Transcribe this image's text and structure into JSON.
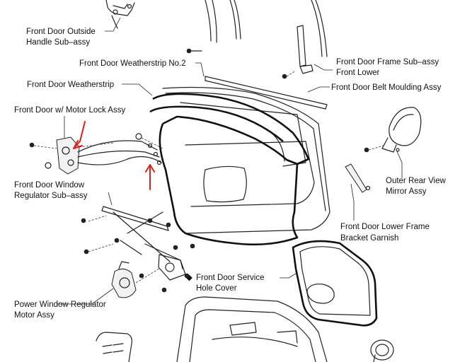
{
  "labels": {
    "outside_handle_line1": "Front Door Outside",
    "outside_handle_line2": "Handle Sub–assy",
    "weatherstrip_no2": "Front Door Weatherstrip No.2",
    "weatherstrip": "Front Door Weatherstrip",
    "motor_lock": "Front Door w/ Motor Lock Assy",
    "regulator_line1": "Front Door Window",
    "regulator_line2": "Regulator Sub–assy",
    "regulator_motor_line1": "Power Window Regulator",
    "regulator_motor_line2": "Motor Assy",
    "frame_front_lower_line1": "Front Door Frame Sub–assy",
    "frame_front_lower_line2": "Front Lower",
    "belt_moulding": "Front Door Belt Moulding Assy",
    "mirror_line1": "Outer Rear View",
    "mirror_line2": "Mirror Assy",
    "lower_frame_garnish_line1": "Front Door Lower Frame",
    "lower_frame_garnish_line2": "Bracket Garnish",
    "service_hole_marker": "◆",
    "service_hole_line1": "Front Door Service",
    "service_hole_line2": "Hole Cover"
  },
  "annotations": {
    "arrow_color": "#e0201c"
  }
}
